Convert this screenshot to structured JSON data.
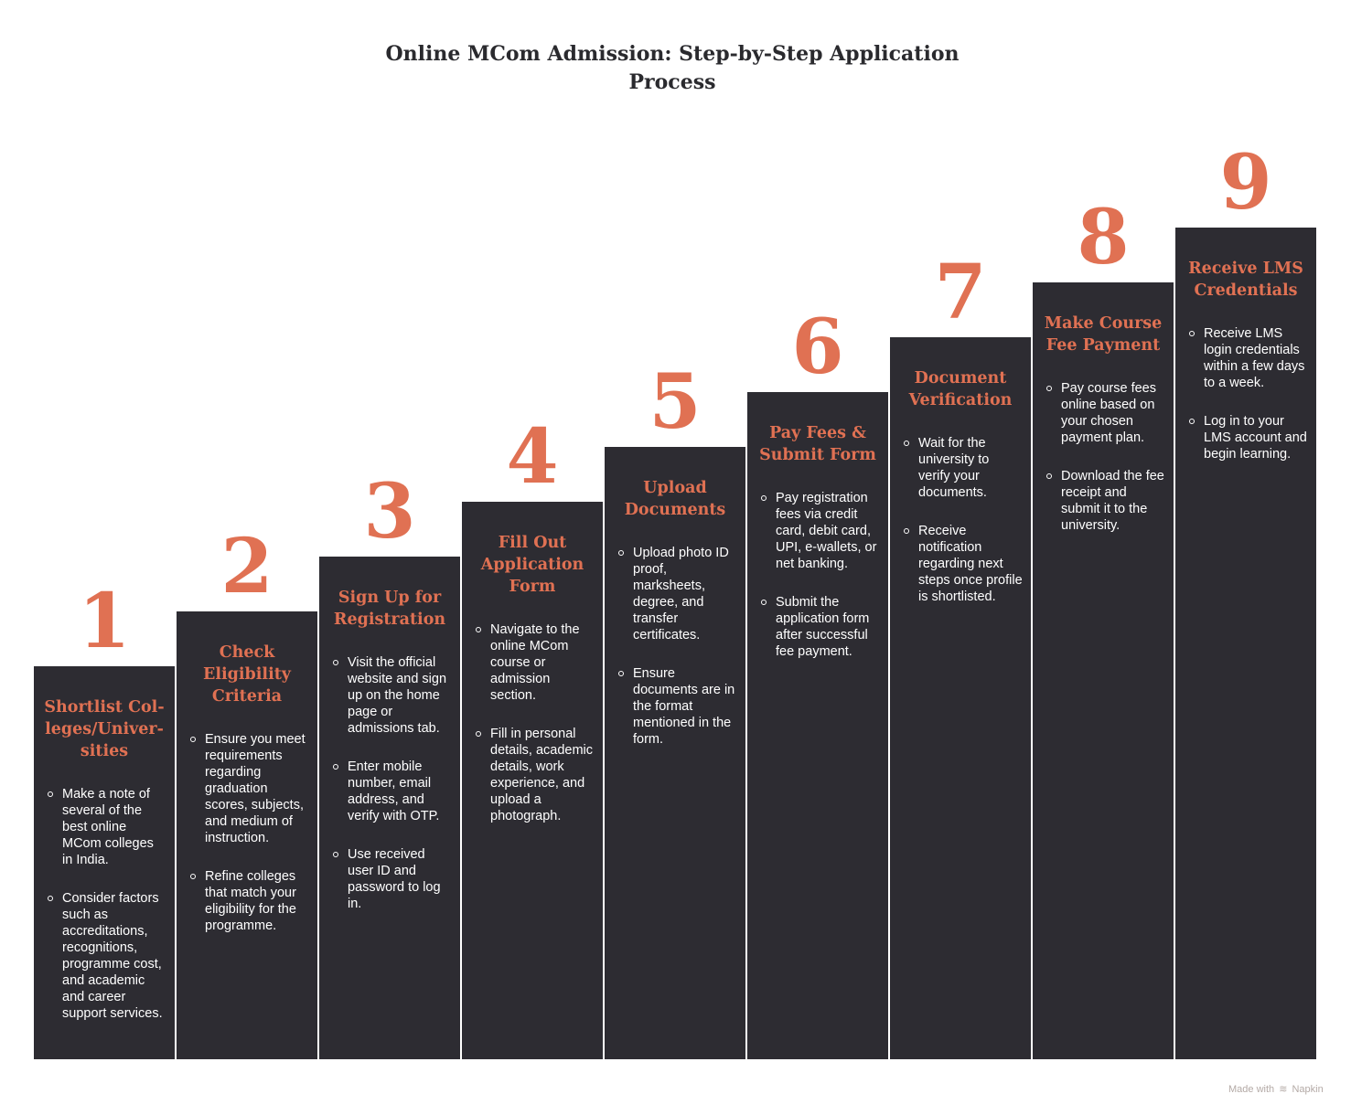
{
  "title": "Online MCom Admission: Step-by-Step Application Process",
  "steps": [
    {
      "number": "1",
      "title": "Shortlist Col-leges/Univer-sities",
      "bullets": [
        "Make a note of several of the best online MCom colleges in India.",
        "Consider factors such as accreditations, recognitions, programme cost, and academic and career support services."
      ]
    },
    {
      "number": "2",
      "title": "Check Eligibility Criteria",
      "bullets": [
        "Ensure you meet requirements regarding graduation scores, subjects, and medium of instruction.",
        "Refine colleges that match your eligibility for the programme."
      ]
    },
    {
      "number": "3",
      "title": "Sign Up for Registration",
      "bullets": [
        "Visit the official website and sign up on the home page or admissions tab.",
        "Enter mobile number, email address, and verify with OTP.",
        "Use received user ID and password to log in."
      ]
    },
    {
      "number": "4",
      "title": "Fill Out Application Form",
      "bullets": [
        "Navigate to the online MCom course or admission section.",
        "Fill in personal details, academic details, work experience, and upload a photograph."
      ]
    },
    {
      "number": "5",
      "title": "Upload Documents",
      "bullets": [
        "Upload photo ID proof, marksheets, degree, and transfer certificates.",
        "Ensure documents are in the format mentioned in the form."
      ]
    },
    {
      "number": "6",
      "title": "Pay Fees & Submit Form",
      "bullets": [
        "Pay registration fees via credit card, debit card, UPI, e-wallets, or net banking.",
        "Submit the application form after successful fee payment."
      ]
    },
    {
      "number": "7",
      "title": "Document Verification",
      "bullets": [
        "Wait for the university to verify your documents.",
        "Receive notification regarding next steps once profile is shortlisted."
      ]
    },
    {
      "number": "8",
      "title": "Make Course Fee Payment",
      "bullets": [
        "Pay course fees online based on your chosen payment plan.",
        "Download the fee receipt and submit it to the university."
      ]
    },
    {
      "number": "9",
      "title": "Receive LMS Credentials",
      "bullets": [
        "Receive LMS login credentials within a few days to a week.",
        "Log in to your LMS account and begin learning."
      ]
    }
  ],
  "footer": {
    "made_with": "Made with",
    "brand": "Napkin",
    "icon": "napkin-logo-icon"
  },
  "colors": {
    "column_bg": "#2d2c32",
    "accent": "#e07153",
    "text": "#ffffff",
    "title": "#2a2a2e"
  }
}
